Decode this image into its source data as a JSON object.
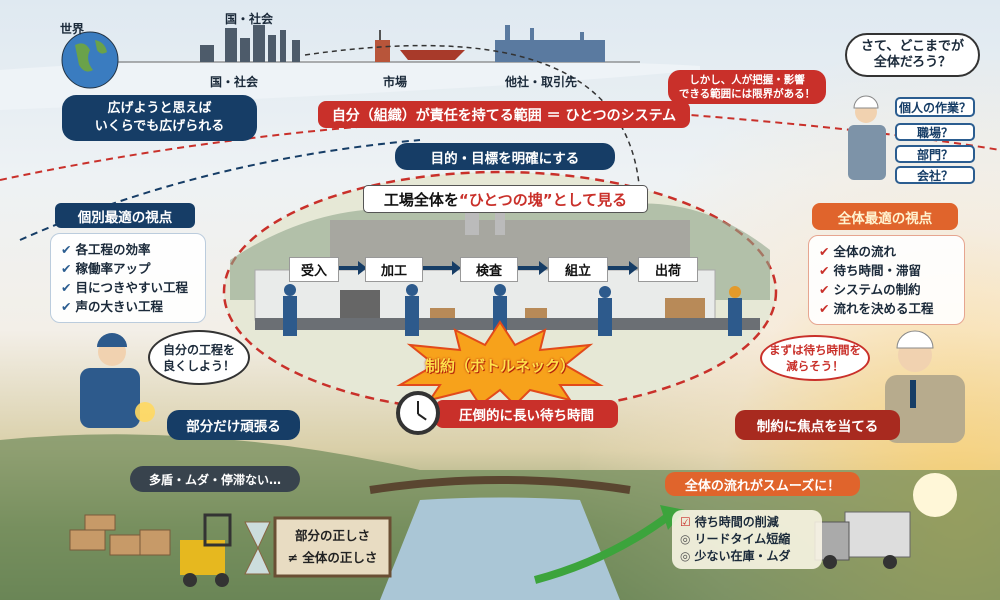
{
  "top_scope": {
    "world": "世界",
    "nation_society_top": "国・社会",
    "nation_society": "国・社会",
    "market": "市場",
    "partners": "他社・取引先"
  },
  "expand_banner": {
    "line1": "広げようと思えば",
    "line2": "いくらでも広げられる"
  },
  "system_banner": "自分（組織）が責任を持てる範囲 ＝ ひとつのシステム",
  "limit_speech": {
    "line1": "しかし、人が把握・影響",
    "line2": "できる範囲には限界がある！"
  },
  "thinker": {
    "thought_line1": "さて、どこまでが",
    "thought_line2": "全体だろう？",
    "options": [
      "個人の作業？",
      "職場？",
      "部門？",
      "会社？"
    ]
  },
  "purpose_banner": "目的・目標を明確にする",
  "factory": {
    "title_a": "工場全体を",
    "title_b": "“ひとつの塊”",
    "title_c": "として見る",
    "steps": [
      "受入",
      "加工",
      "検査",
      "組立",
      "出荷"
    ]
  },
  "bottleneck": {
    "label": "制約（ボトルネック）",
    "wait": "圧倒的に長い待ち時間"
  },
  "local_view": {
    "title": "個別最適の視点",
    "items": [
      "各工程の効率",
      "稼働率アップ",
      "目につきやすい工程",
      "声の大きい工程"
    ],
    "thought_line1": "自分の工程を",
    "thought_line2": "良くしよう！",
    "action": "部分だけ頑張る"
  },
  "global_view": {
    "title": "全体最適の視点",
    "items": [
      "全体の流れ",
      "待ち時間・滞留",
      "システムの制約",
      "流れを決める工程"
    ],
    "speech_line1": "まずは待ち時間を",
    "speech_line2": "減らそう！",
    "action": "制約に焦点を当てる"
  },
  "bottom_left": {
    "cloud": "多盾・ムダ・停滞ない…",
    "sign_line1": "部分の正しさ",
    "sign_line2": "≠ 全体の正しさ"
  },
  "bottom_right": {
    "banner": "全体の流れがスムーズに！",
    "items": [
      "待ち時間の削減",
      "リードタイム短縮",
      "少ない在庫・ムダ"
    ]
  },
  "colors": {
    "navy": "#163d66",
    "red": "#c9302a",
    "orange": "#e0642c",
    "dark_red": "#a82a1f"
  }
}
